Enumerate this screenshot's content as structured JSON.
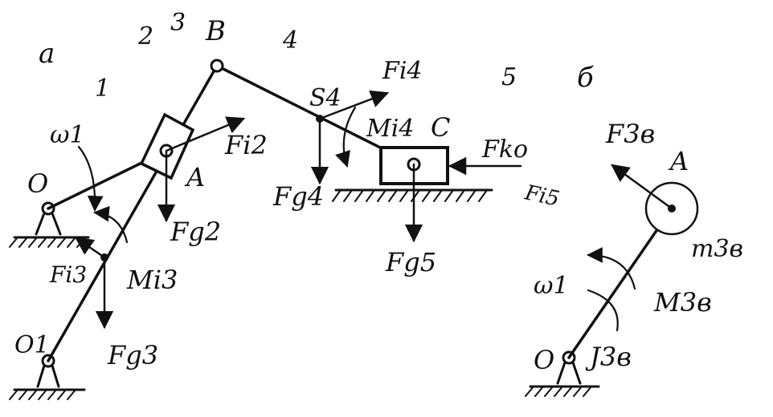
{
  "views": {
    "a": "a",
    "b": "б"
  },
  "labels": {
    "link1": "1",
    "link2": "2",
    "link3": "3",
    "link4": "4",
    "link5": "5",
    "pointB": "B",
    "pointA": "A",
    "pointC": "C",
    "pointO": "O",
    "pointO1": "O1",
    "pointS4": "S4",
    "omega1": "ω1",
    "Fi2": "Fi2",
    "Fi3": "Fi3",
    "Fi4": "Fi4",
    "Fi5": "Fi5",
    "Fg2": "Fg2",
    "Fg3": "Fg3",
    "Fg4": "Fg4",
    "Fg5": "Fg5",
    "Mi3": "Mi3",
    "Mi4": "Mi4",
    "Fko": "Fko",
    "b_A": "A",
    "b_O": "O",
    "b_omega1": "ω1",
    "F3v": "F3в",
    "m3v": "m3в",
    "M3v": "M3в",
    "J3v": "J3в"
  }
}
